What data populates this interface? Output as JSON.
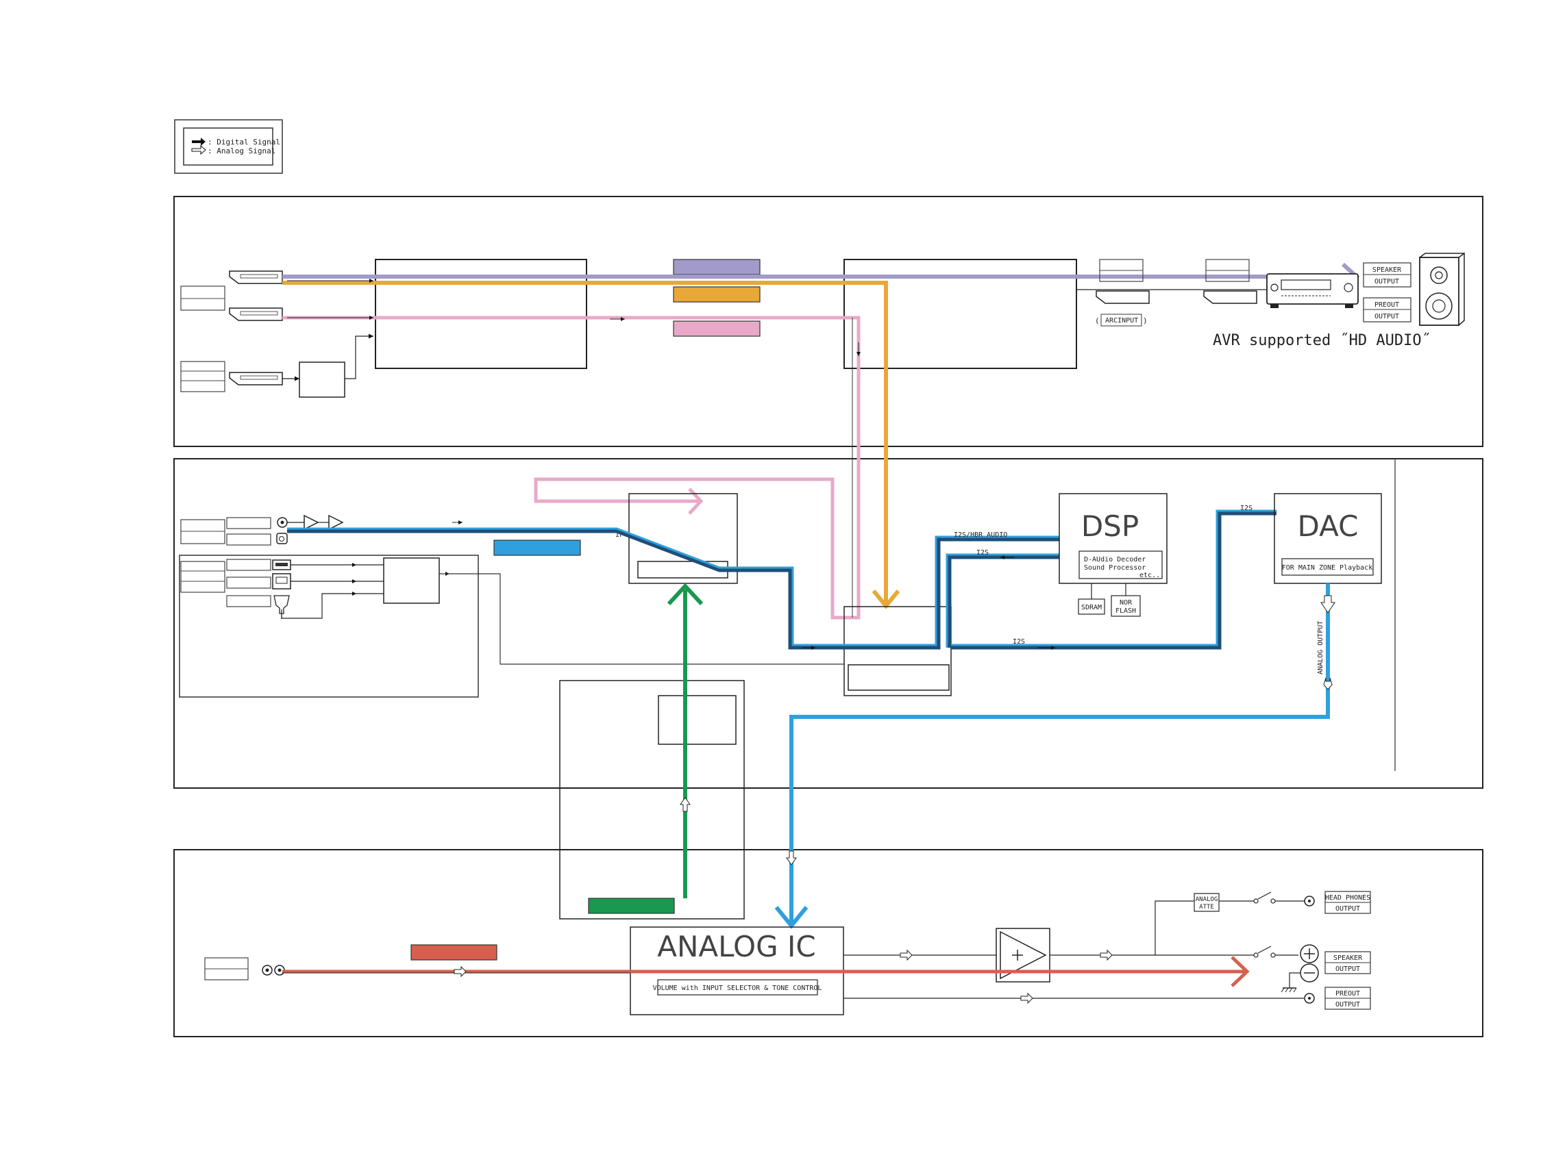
{
  "legend": {
    "digital": ": Digital Signal",
    "analog": ": Analog Signal"
  },
  "texts": {
    "avr_caption": "AVR supported ˝HD AUDIO˝",
    "avr_speaker_l1": "SPEAKER",
    "avr_speaker_l2": "OUTPUT",
    "avr_preout_l1": "PREOUT",
    "avr_preout_l2": "OUTPUT",
    "arc_input": "ARCINPUT",
    "if_label": "IF",
    "i2s_hbr": "I2S/HBR AUDIO",
    "i2s_a": "I2S",
    "i2s_b": "I2S",
    "i2s_c": "I2S",
    "dsp_title": "DSP",
    "dsp_sub1": "D-AUdio Decoder",
    "dsp_sub2": "Sound Processor",
    "dsp_sub3": "etc...",
    "sdram": "SDRAM",
    "nor_l1": "NOR",
    "nor_l2": "FLASH",
    "dac_title": "DAC",
    "dac_sub": "FOR MAIN ZONE Playback",
    "analog_output": "ANALOG OUTPUT",
    "analog_ic_title": "ANALOG IC",
    "analog_ic_sub": "VOLUME with INPUT SELECTOR & TONE CONTROL",
    "analog_atte_l1": "ANALOG",
    "analog_atte_l2": "ATTE",
    "head_l1": "HEAD PHONES",
    "head_l2": "OUTPUT",
    "spk_l1": "SPEAKER",
    "spk_l2": "OUTPUT",
    "pre_l1": "PREOUT",
    "pre_l2": "OUTPUT"
  },
  "colors": {
    "hdmi_purple": "#a29ac8",
    "hdmi_orange": "#e8a838",
    "hdmi_pink": "#e8a9c8",
    "digital_blue": "#2fa0dc",
    "digital_dark": "#1f4e78",
    "analog_green": "#1a9850",
    "analog_red": "#d6604d",
    "line": "#222222"
  }
}
